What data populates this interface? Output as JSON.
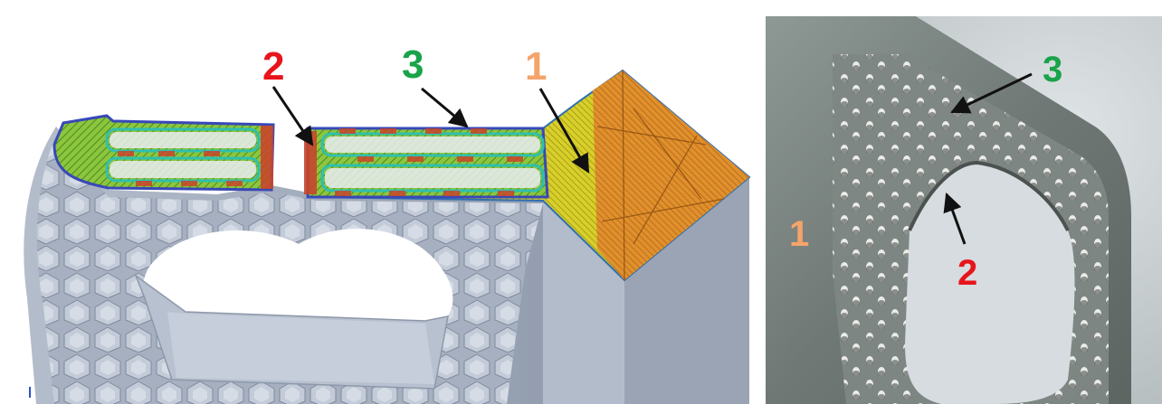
{
  "left_panel": {
    "labels": [
      {
        "id": "label-2",
        "text": "2",
        "color": "#e8141b"
      },
      {
        "id": "label-3",
        "text": "3",
        "color": "#1aa34a"
      },
      {
        "id": "label-1",
        "text": "1",
        "color": "#f4a46a"
      }
    ]
  },
  "right_panel": {
    "labels": [
      {
        "id": "photo-label-3",
        "text": "3",
        "color": "#1aa34a"
      },
      {
        "id": "photo-label-1",
        "text": "1",
        "color": "#f4a46a"
      },
      {
        "id": "photo-label-2",
        "text": "2",
        "color": "#e8141b"
      }
    ]
  },
  "colors": {
    "mesh": "#a9b3c4",
    "infill_green": "#6aa82e",
    "contour_red": "#c8452c",
    "skin_yellow": "#c9c21f",
    "solid_orange": "#d9892a",
    "outline_blue": "#3848b8",
    "channel_teal": "#2fbfae",
    "photo_metal": "#8f9894"
  }
}
